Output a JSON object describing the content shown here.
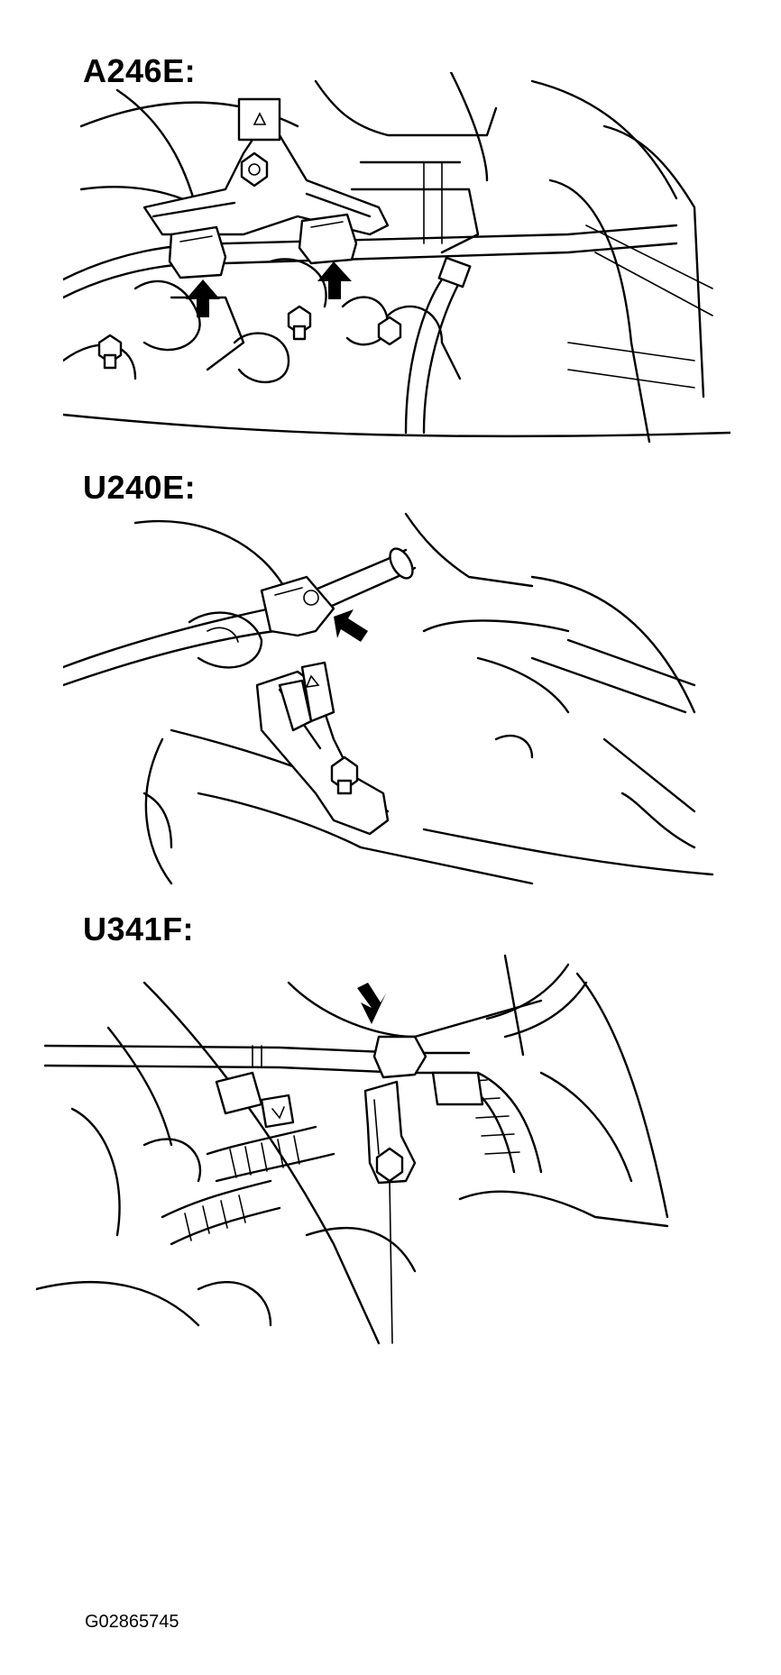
{
  "panels": [
    {
      "label": "A246E:"
    },
    {
      "label": "U240E:"
    },
    {
      "label": "U341F:"
    }
  ],
  "figure_code": "G02865745",
  "icons": {
    "pointer": "black-arrow-icon",
    "fastener": "bolt-icon"
  }
}
